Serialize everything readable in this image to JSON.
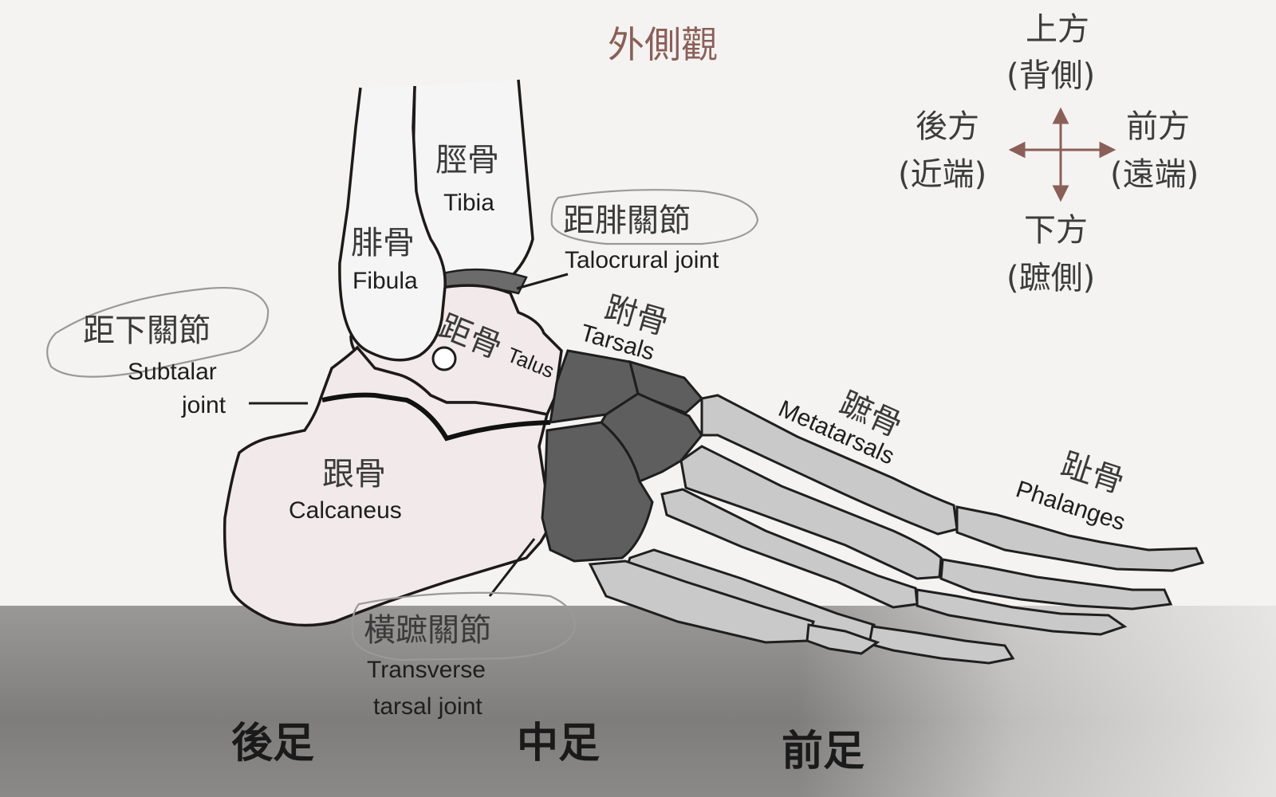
{
  "title": "外側觀",
  "directions": {
    "up": [
      "上方",
      "(背側)"
    ],
    "back": [
      "後方",
      "(近端)"
    ],
    "front": [
      "前方",
      "(遠端)"
    ],
    "down": [
      "下方",
      "(蹠側)"
    ],
    "arrow_color": "#8a5f58"
  },
  "labels": {
    "tibia_zh": "脛骨",
    "tibia_en": "Tibia",
    "fibula_zh": "腓骨",
    "fibula_en": "Fibula",
    "talocrural_zh": "距腓關節",
    "talocrural_en": "Talocrural joint",
    "subtalar_zh": "距下關節",
    "subtalar_en_1": "Subtalar",
    "subtalar_en_2": "joint",
    "talus_zh": "距骨",
    "talus_en": "Talus",
    "tarsals_zh": "跗骨",
    "tarsals_en": "Tarsals",
    "metatarsals_zh": "蹠骨",
    "metatarsals_en": "Metatarsals",
    "phalanges_zh": "趾骨",
    "phalanges_en": "Phalanges",
    "calcaneus_zh": "跟骨",
    "calcaneus_en": "Calcaneus",
    "transverse_zh": "橫蹠關節",
    "transverse_en_1": "Transverse",
    "transverse_en_2": "tarsal joint"
  },
  "regions": {
    "hindfoot": "後足",
    "midfoot": "中足",
    "forefoot": "前足"
  },
  "colors": {
    "calcaneus_fill": "#f1e9ea",
    "tarsal_dark": "#5e5e5e",
    "metatarsal_fill": "#c9c9c9",
    "outline": "#1e1a1a"
  }
}
